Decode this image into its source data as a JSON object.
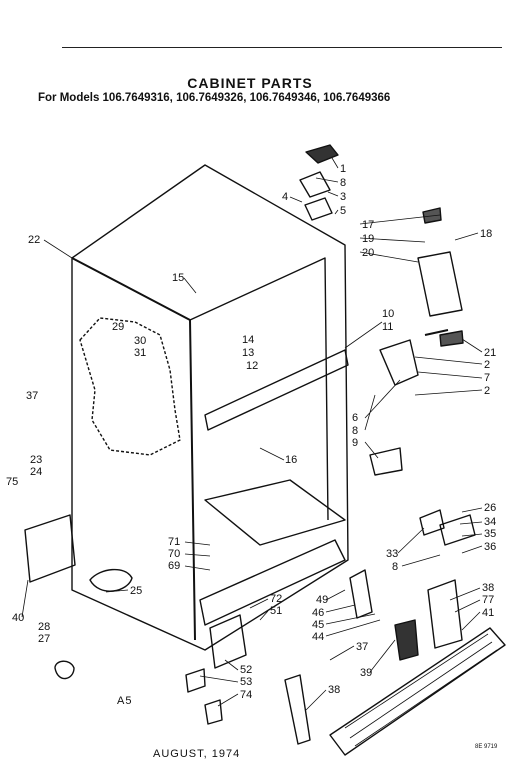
{
  "header": {
    "title": "CABINET PARTS",
    "subtitle": "For Models 106.7649316, 106.7649326, 106.7649346, 106.7649366"
  },
  "footer": {
    "page_code": "A5",
    "date": "AUGUST, 1974",
    "drawing_code": "8E 9719"
  },
  "callouts": [
    {
      "id": "c1",
      "text": "1"
    },
    {
      "id": "c8a",
      "text": "8"
    },
    {
      "id": "c3",
      "text": "3"
    },
    {
      "id": "c4",
      "text": "4"
    },
    {
      "id": "c5",
      "text": "5"
    },
    {
      "id": "c17",
      "text": "17"
    },
    {
      "id": "c19",
      "text": "19"
    },
    {
      "id": "c18",
      "text": "18"
    },
    {
      "id": "c20",
      "text": "20"
    },
    {
      "id": "c22",
      "text": "22"
    },
    {
      "id": "c15",
      "text": "15"
    },
    {
      "id": "c29",
      "text": "29"
    },
    {
      "id": "c30",
      "text": "30"
    },
    {
      "id": "c31",
      "text": "31"
    },
    {
      "id": "c14",
      "text": "14"
    },
    {
      "id": "c13",
      "text": "13"
    },
    {
      "id": "c12",
      "text": "12"
    },
    {
      "id": "c10",
      "text": "10"
    },
    {
      "id": "c11",
      "text": "11"
    },
    {
      "id": "c21",
      "text": "21"
    },
    {
      "id": "c2a",
      "text": "2"
    },
    {
      "id": "c7",
      "text": "7"
    },
    {
      "id": "c2b",
      "text": "2"
    },
    {
      "id": "c6",
      "text": "6"
    },
    {
      "id": "c8b",
      "text": "8"
    },
    {
      "id": "c9",
      "text": "9"
    },
    {
      "id": "c16",
      "text": "16"
    },
    {
      "id": "c37a",
      "text": "37"
    },
    {
      "id": "c23",
      "text": "23"
    },
    {
      "id": "c24",
      "text": "24"
    },
    {
      "id": "c75",
      "text": "75"
    },
    {
      "id": "c26",
      "text": "26"
    },
    {
      "id": "c34",
      "text": "34"
    },
    {
      "id": "c35",
      "text": "35"
    },
    {
      "id": "c36",
      "text": "36"
    },
    {
      "id": "c33",
      "text": "33"
    },
    {
      "id": "c8c",
      "text": "8"
    },
    {
      "id": "c71",
      "text": "71"
    },
    {
      "id": "c70",
      "text": "70"
    },
    {
      "id": "c69",
      "text": "69"
    },
    {
      "id": "c25",
      "text": "25"
    },
    {
      "id": "c40",
      "text": "40"
    },
    {
      "id": "c72",
      "text": "72"
    },
    {
      "id": "c51",
      "text": "51"
    },
    {
      "id": "c49",
      "text": "49"
    },
    {
      "id": "c46",
      "text": "46"
    },
    {
      "id": "c45",
      "text": "45"
    },
    {
      "id": "c44",
      "text": "44"
    },
    {
      "id": "c38a",
      "text": "38"
    },
    {
      "id": "c77",
      "text": "77"
    },
    {
      "id": "c41",
      "text": "41"
    },
    {
      "id": "c28",
      "text": "28"
    },
    {
      "id": "c27",
      "text": "27"
    },
    {
      "id": "c37b",
      "text": "37"
    },
    {
      "id": "c39",
      "text": "39"
    },
    {
      "id": "c52",
      "text": "52"
    },
    {
      "id": "c53",
      "text": "53"
    },
    {
      "id": "c74",
      "text": "74"
    },
    {
      "id": "c38b",
      "text": "38"
    }
  ]
}
